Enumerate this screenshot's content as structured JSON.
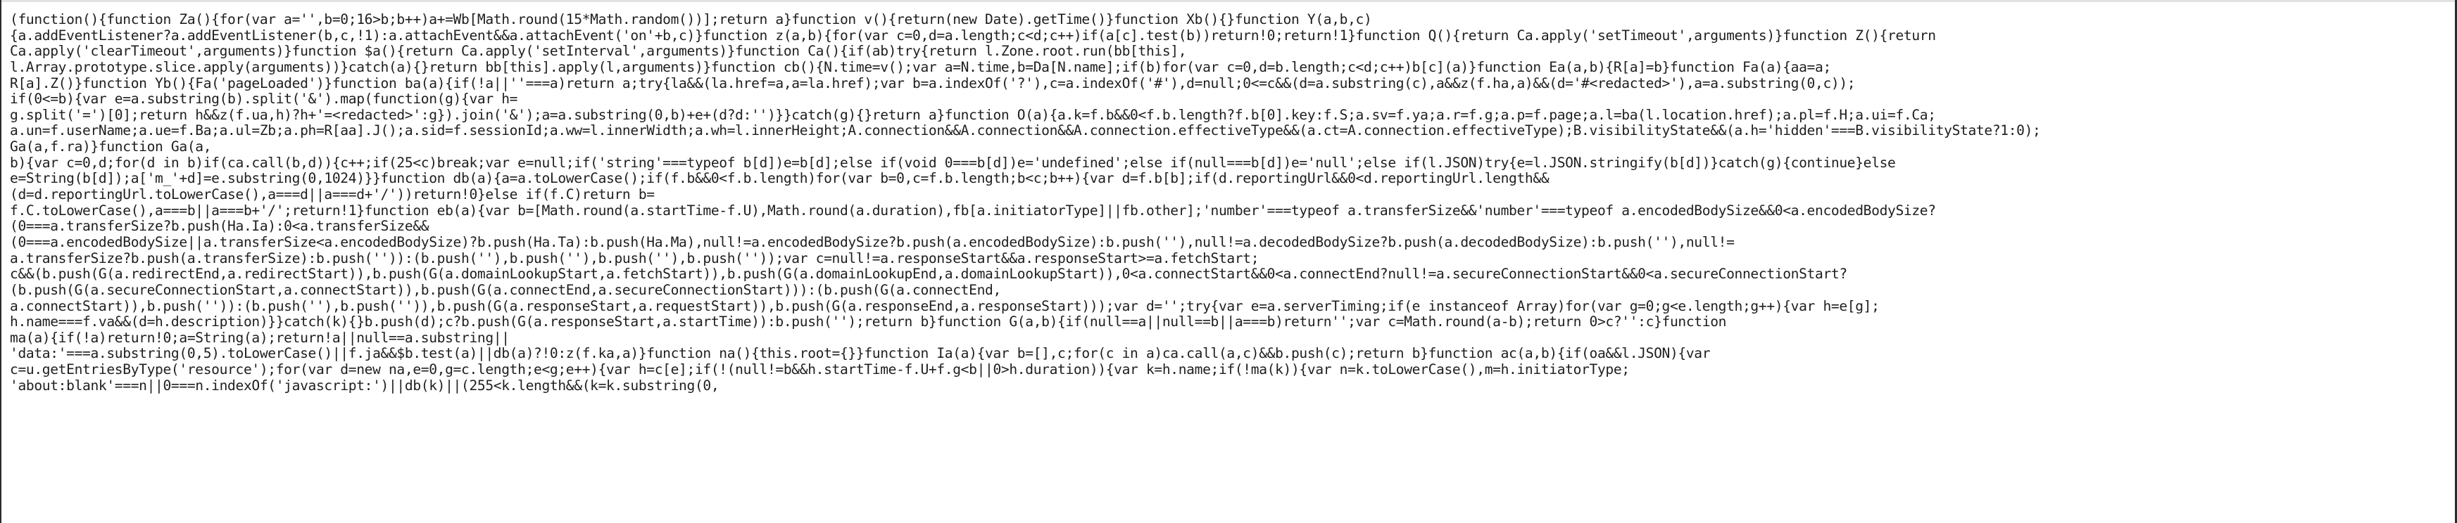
{
  "viewer": {
    "type": "raw-source-view",
    "lines": [
      "(function(){function Za(){for(var a='',b=0;16>b;b++)a+=Wb[Math.round(15*Math.random())];return a}function v(){return(new Date).getTime()}function Xb(){}function Y(a,b,c)",
      "{a.addEventListener?a.addEventListener(b,c,!1):a.attachEvent&&a.attachEvent('on'+b,c)}function z(a,b){for(var c=0,d=a.length;c<d;c++)if(a[c].test(b))return!0;return!1}function Q(){return Ca.apply('setTimeout',arguments)}function Z(){return",
      "Ca.apply('clearTimeout',arguments)}function $a(){return Ca.apply('setInterval',arguments)}function Ca(){if(ab)try{return l.Zone.root.run(bb[this],",
      "l.Array.prototype.slice.apply(arguments))}catch(a){}return bb[this].apply(l,arguments)}function cb(){N.time=v();var a=N.time,b=Da[N.name];if(b)for(var c=0,d=b.length;c<d;c++)b[c](a)}function Ea(a,b){R[a]=b}function Fa(a){aa=a;",
      "R[a].Z()}function Yb(){Fa('pageLoaded')}function ba(a){if(!a||''===a)return a;try{la&&(la.href=a,a=la.href);var b=a.indexOf('?'),c=a.indexOf('#'),d=null;0<=c&&(d=a.substring(c),a&&z(f.ha,a)&&(d='#<redacted>'),a=a.substring(0,c));",
      "if(0<=b){var e=a.substring(b).split('&').map(function(g){var h=",
      "g.split('=')[0];return h&&z(f.ua,h)?h+'=<redacted>':g}).join('&');a=a.substring(0,b)+e+(d?d:'')}}catch(g){}return a}function O(a){a.k=f.b&&0<f.b.length?f.b[0].key:f.S;a.sv=f.ya;a.r=f.g;a.p=f.page;a.l=ba(l.location.href);a.pl=f.H;a.ui=f.Ca;",
      "a.un=f.userName;a.ue=f.Ba;a.ul=Zb;a.ph=R[aa].J();a.sid=f.sessionId;a.ww=l.innerWidth;a.wh=l.innerHeight;A.connection&&A.connection&&A.connection.effectiveType&&(a.ct=A.connection.effectiveType);B.visibilityState&&(a.h='hidden'===B.visibilityState?1:0);",
      "Ga(a,f.ra)}function Ga(a,",
      "b){var c=0,d;for(d in b)if(ca.call(b,d)){c++;if(25<c)break;var e=null;if('string'===typeof b[d])e=b[d];else if(void 0===b[d])e='undefined';else if(null===b[d])e='null';else if(l.JSON)try{e=l.JSON.stringify(b[d])}catch(g){continue}else",
      "e=String(b[d]);a['m_'+d]=e.substring(0,1024)}}function db(a){a=a.toLowerCase();if(f.b&&0<f.b.length)for(var b=0,c=f.b.length;b<c;b++){var d=f.b[b];if(d.reportingUrl&&0<d.reportingUrl.length&&",
      "(d=d.reportingUrl.toLowerCase(),a===d||a===d+'/'))return!0}else if(f.C)return b=",
      "f.C.toLowerCase(),a===b||a===b+'/';return!1}function eb(a){var b=[Math.round(a.startTime-f.U),Math.round(a.duration),fb[a.initiatorType]||fb.other];'number'===typeof a.transferSize&&'number'===typeof a.encodedBodySize&&0<a.encodedBodySize?",
      "(0===a.transferSize?b.push(Ha.Ia):0<a.transferSize&&",
      "(0===a.encodedBodySize||a.transferSize<a.encodedBodySize)?b.push(Ha.Ta):b.push(Ha.Ma),null!=a.encodedBodySize?b.push(a.encodedBodySize):b.push(''),null!=a.decodedBodySize?b.push(a.decodedBodySize):b.push(''),null!=",
      "a.transferSize?b.push(a.transferSize):b.push('')):(b.push(''),b.push(''),b.push(''),b.push(''));var c=null!=a.responseStart&&a.responseStart>=a.fetchStart;",
      "c&&(b.push(G(a.redirectEnd,a.redirectStart)),b.push(G(a.domainLookupStart,a.fetchStart)),b.push(G(a.domainLookupEnd,a.domainLookupStart)),0<a.connectStart&&0<a.connectEnd?null!=a.secureConnectionStart&&0<a.secureConnectionStart?",
      "(b.push(G(a.secureConnectionStart,a.connectStart)),b.push(G(a.connectEnd,a.secureConnectionStart))):(b.push(G(a.connectEnd,",
      "a.connectStart)),b.push('')):(b.push(''),b.push('')),b.push(G(a.responseStart,a.requestStart)),b.push(G(a.responseEnd,a.responseStart)));var d='';try{var e=a.serverTiming;if(e instanceof Array)for(var g=0;g<e.length;g++){var h=e[g];",
      "h.name===f.va&&(d=h.description)}}catch(k){}b.push(d);c?b.push(G(a.responseStart,a.startTime)):b.push('');return b}function G(a,b){if(null==a||null==b||a===b)return'';var c=Math.round(a-b);return 0>c?'':c}function",
      "ma(a){if(!a)return!0;a=String(a);return!a||null==a.substring||",
      "'data:'===a.substring(0,5).toLowerCase()||f.ja&&$b.test(a)||db(a)?!0:z(f.ka,a)}function na(){this.root={}}function Ia(a){var b=[],c;for(c in a)ca.call(a,c)&&b.push(c);return b}function ac(a,b){if(oa&&l.JSON){var",
      "c=u.getEntriesByType('resource');for(var d=new na,e=0,g=c.length;e<g;e++){var h=c[e];if(!(null!=b&&h.startTime-f.U+f.g<b||0>h.duration)){var k=h.name;if(!ma(k)){var n=k.toLowerCase(),m=h.initiatorType;",
      "'about:blank'===n||0===n.indexOf('javascript:')||db(k)||(255<k.length&&(k=k.substring(0,"
    ]
  }
}
